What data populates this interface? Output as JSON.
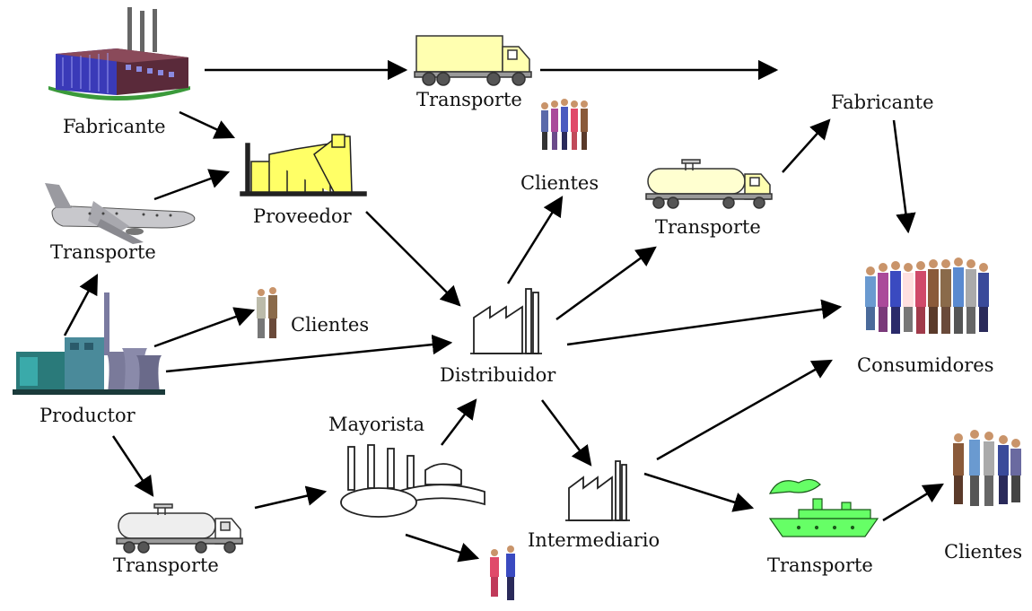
{
  "diagram": {
    "nodes": {
      "fabricante_left": {
        "label": "Fabricante",
        "icon": "factory-icon"
      },
      "transporte_top": {
        "label": "Transporte",
        "icon": "truck-icon"
      },
      "fabricante_right": {
        "label": "Fabricante",
        "icon": "none"
      },
      "proveedor": {
        "label": "Proveedor",
        "icon": "supplier-plant-icon"
      },
      "transporte_plane": {
        "label": "Transporte",
        "icon": "airplane-icon"
      },
      "clientes_top": {
        "label": "Clientes",
        "icon": "people-group-icon"
      },
      "transporte_tanker": {
        "label": "Transporte",
        "icon": "tanker-truck-icon"
      },
      "clientes_left": {
        "label": "Clientes",
        "icon": "people-pair-icon"
      },
      "distribuidor": {
        "label": "Distribuidor",
        "icon": "small-factory-icon"
      },
      "consumidores": {
        "label": "Consumidores",
        "icon": "crowd-icon"
      },
      "productor": {
        "label": "Productor",
        "icon": "power-plant-icon"
      },
      "mayorista": {
        "label": "Mayorista",
        "icon": "refinery-icon"
      },
      "intermediario": {
        "label": "Intermediario",
        "icon": "small-factory-icon"
      },
      "transporte_bottom_left": {
        "label": "Transporte",
        "icon": "tanker-truck-icon"
      },
      "transporte_ship": {
        "label": "Transporte",
        "icon": "ship-icon"
      },
      "clientes_bottom_right": {
        "label": "Clientes",
        "icon": "people-group-icon"
      },
      "clientes_bottom": {
        "label": "",
        "icon": "people-pair-icon"
      }
    },
    "edges": [
      [
        "fabricante_left",
        "transporte_top"
      ],
      [
        "transporte_top",
        "fabricante_right"
      ],
      [
        "fabricante_left",
        "proveedor"
      ],
      [
        "transporte_plane",
        "proveedor"
      ],
      [
        "productor",
        "transporte_plane"
      ],
      [
        "proveedor",
        "distribuidor"
      ],
      [
        "productor",
        "clientes_left"
      ],
      [
        "productor",
        "distribuidor"
      ],
      [
        "distribuidor",
        "clientes_top"
      ],
      [
        "distribuidor",
        "transporte_tanker"
      ],
      [
        "transporte_tanker",
        "fabricante_right"
      ],
      [
        "fabricante_right",
        "consumidores"
      ],
      [
        "distribuidor",
        "consumidores"
      ],
      [
        "productor",
        "transporte_bottom_left"
      ],
      [
        "transporte_bottom_left",
        "mayorista"
      ],
      [
        "mayorista",
        "distribuidor"
      ],
      [
        "mayorista",
        "clientes_bottom"
      ],
      [
        "distribuidor",
        "intermediario"
      ],
      [
        "intermediario",
        "consumidores"
      ],
      [
        "intermediario",
        "transporte_ship"
      ],
      [
        "transporte_ship",
        "clientes_bottom_right"
      ]
    ],
    "colors": {
      "arrow": "#000000",
      "factory_roof": "#5a2a3a",
      "factory_windows": "#3a3ab8",
      "grass": "#3a9a3a",
      "truck_body": "#ffffb0",
      "supplier": "#ffff66",
      "ship": "#66ff66",
      "plant": "#4a8a9a"
    }
  }
}
